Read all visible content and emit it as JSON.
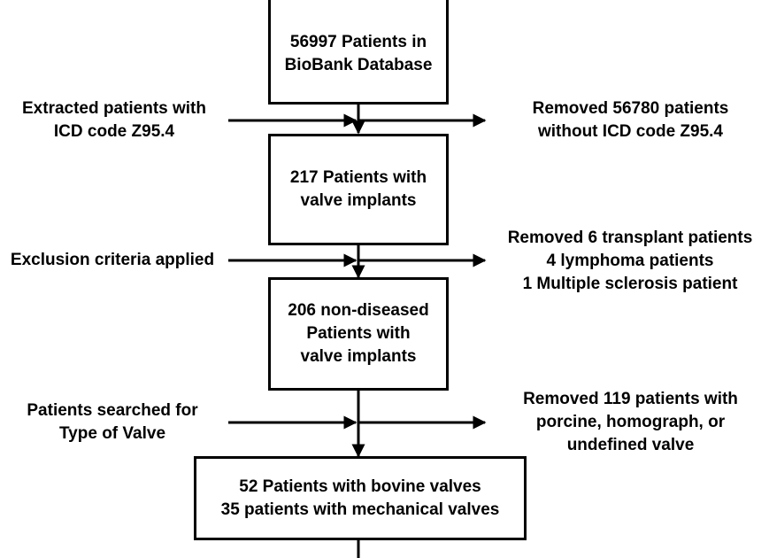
{
  "boxes": {
    "biobank": [
      "56997 Patients in",
      "BioBank Database"
    ],
    "valve_implants": [
      "217 Patients with",
      "valve implants"
    ],
    "non_diseased": [
      "206 non-diseased",
      "Patients with",
      "valve implants"
    ],
    "final": [
      "52 Patients with bovine valves",
      "35 patients with mechanical valves"
    ]
  },
  "steps": {
    "extract": [
      "Extracted patients with",
      "ICD code Z95.4"
    ],
    "exclusion": [
      "Exclusion criteria applied"
    ],
    "search": [
      "Patients searched for",
      "Type of Valve"
    ]
  },
  "removed": {
    "no_icd": [
      "Removed 56780 patients",
      "without ICD code Z95.4"
    ],
    "exclusions": [
      "Removed 6 transplant patients",
      "4 lymphoma patients",
      "1 Multiple sclerosis patient"
    ],
    "valve_type": [
      "Removed 119 patients with",
      "porcine, homograph, or",
      "undefined valve"
    ]
  }
}
